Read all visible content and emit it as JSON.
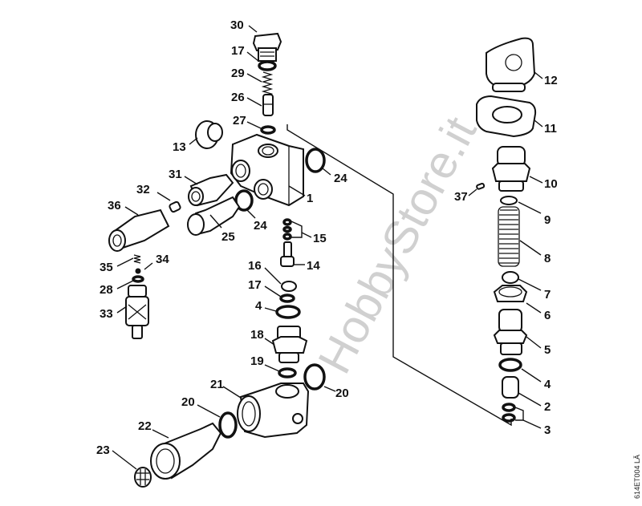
{
  "diagram": {
    "title": "Exploded parts view - valve assembly",
    "drawing_code": "614ET004 LÄ",
    "watermark": "HobbyStore.it",
    "labels": {
      "p1": "1",
      "p2": "2",
      "p3": "3",
      "p4a": "4",
      "p4b": "4",
      "p5": "5",
      "p6": "6",
      "p7": "7",
      "p8": "8",
      "p9": "9",
      "p10": "10",
      "p11": "11",
      "p12": "12",
      "p13": "13",
      "p14": "14",
      "p15": "15",
      "p16": "16",
      "p17a": "17",
      "p17b": "17",
      "p18": "18",
      "p19": "19",
      "p20a": "20",
      "p20b": "20",
      "p21": "21",
      "p22": "22",
      "p23": "23",
      "p24a": "24",
      "p24b": "24",
      "p25": "25",
      "p26": "26",
      "p27": "27",
      "p28": "28",
      "p29": "29",
      "p30": "30",
      "p31": "31",
      "p32": "32",
      "p33": "33",
      "p34": "34",
      "p35": "35",
      "p36": "36",
      "p37": "37"
    }
  }
}
